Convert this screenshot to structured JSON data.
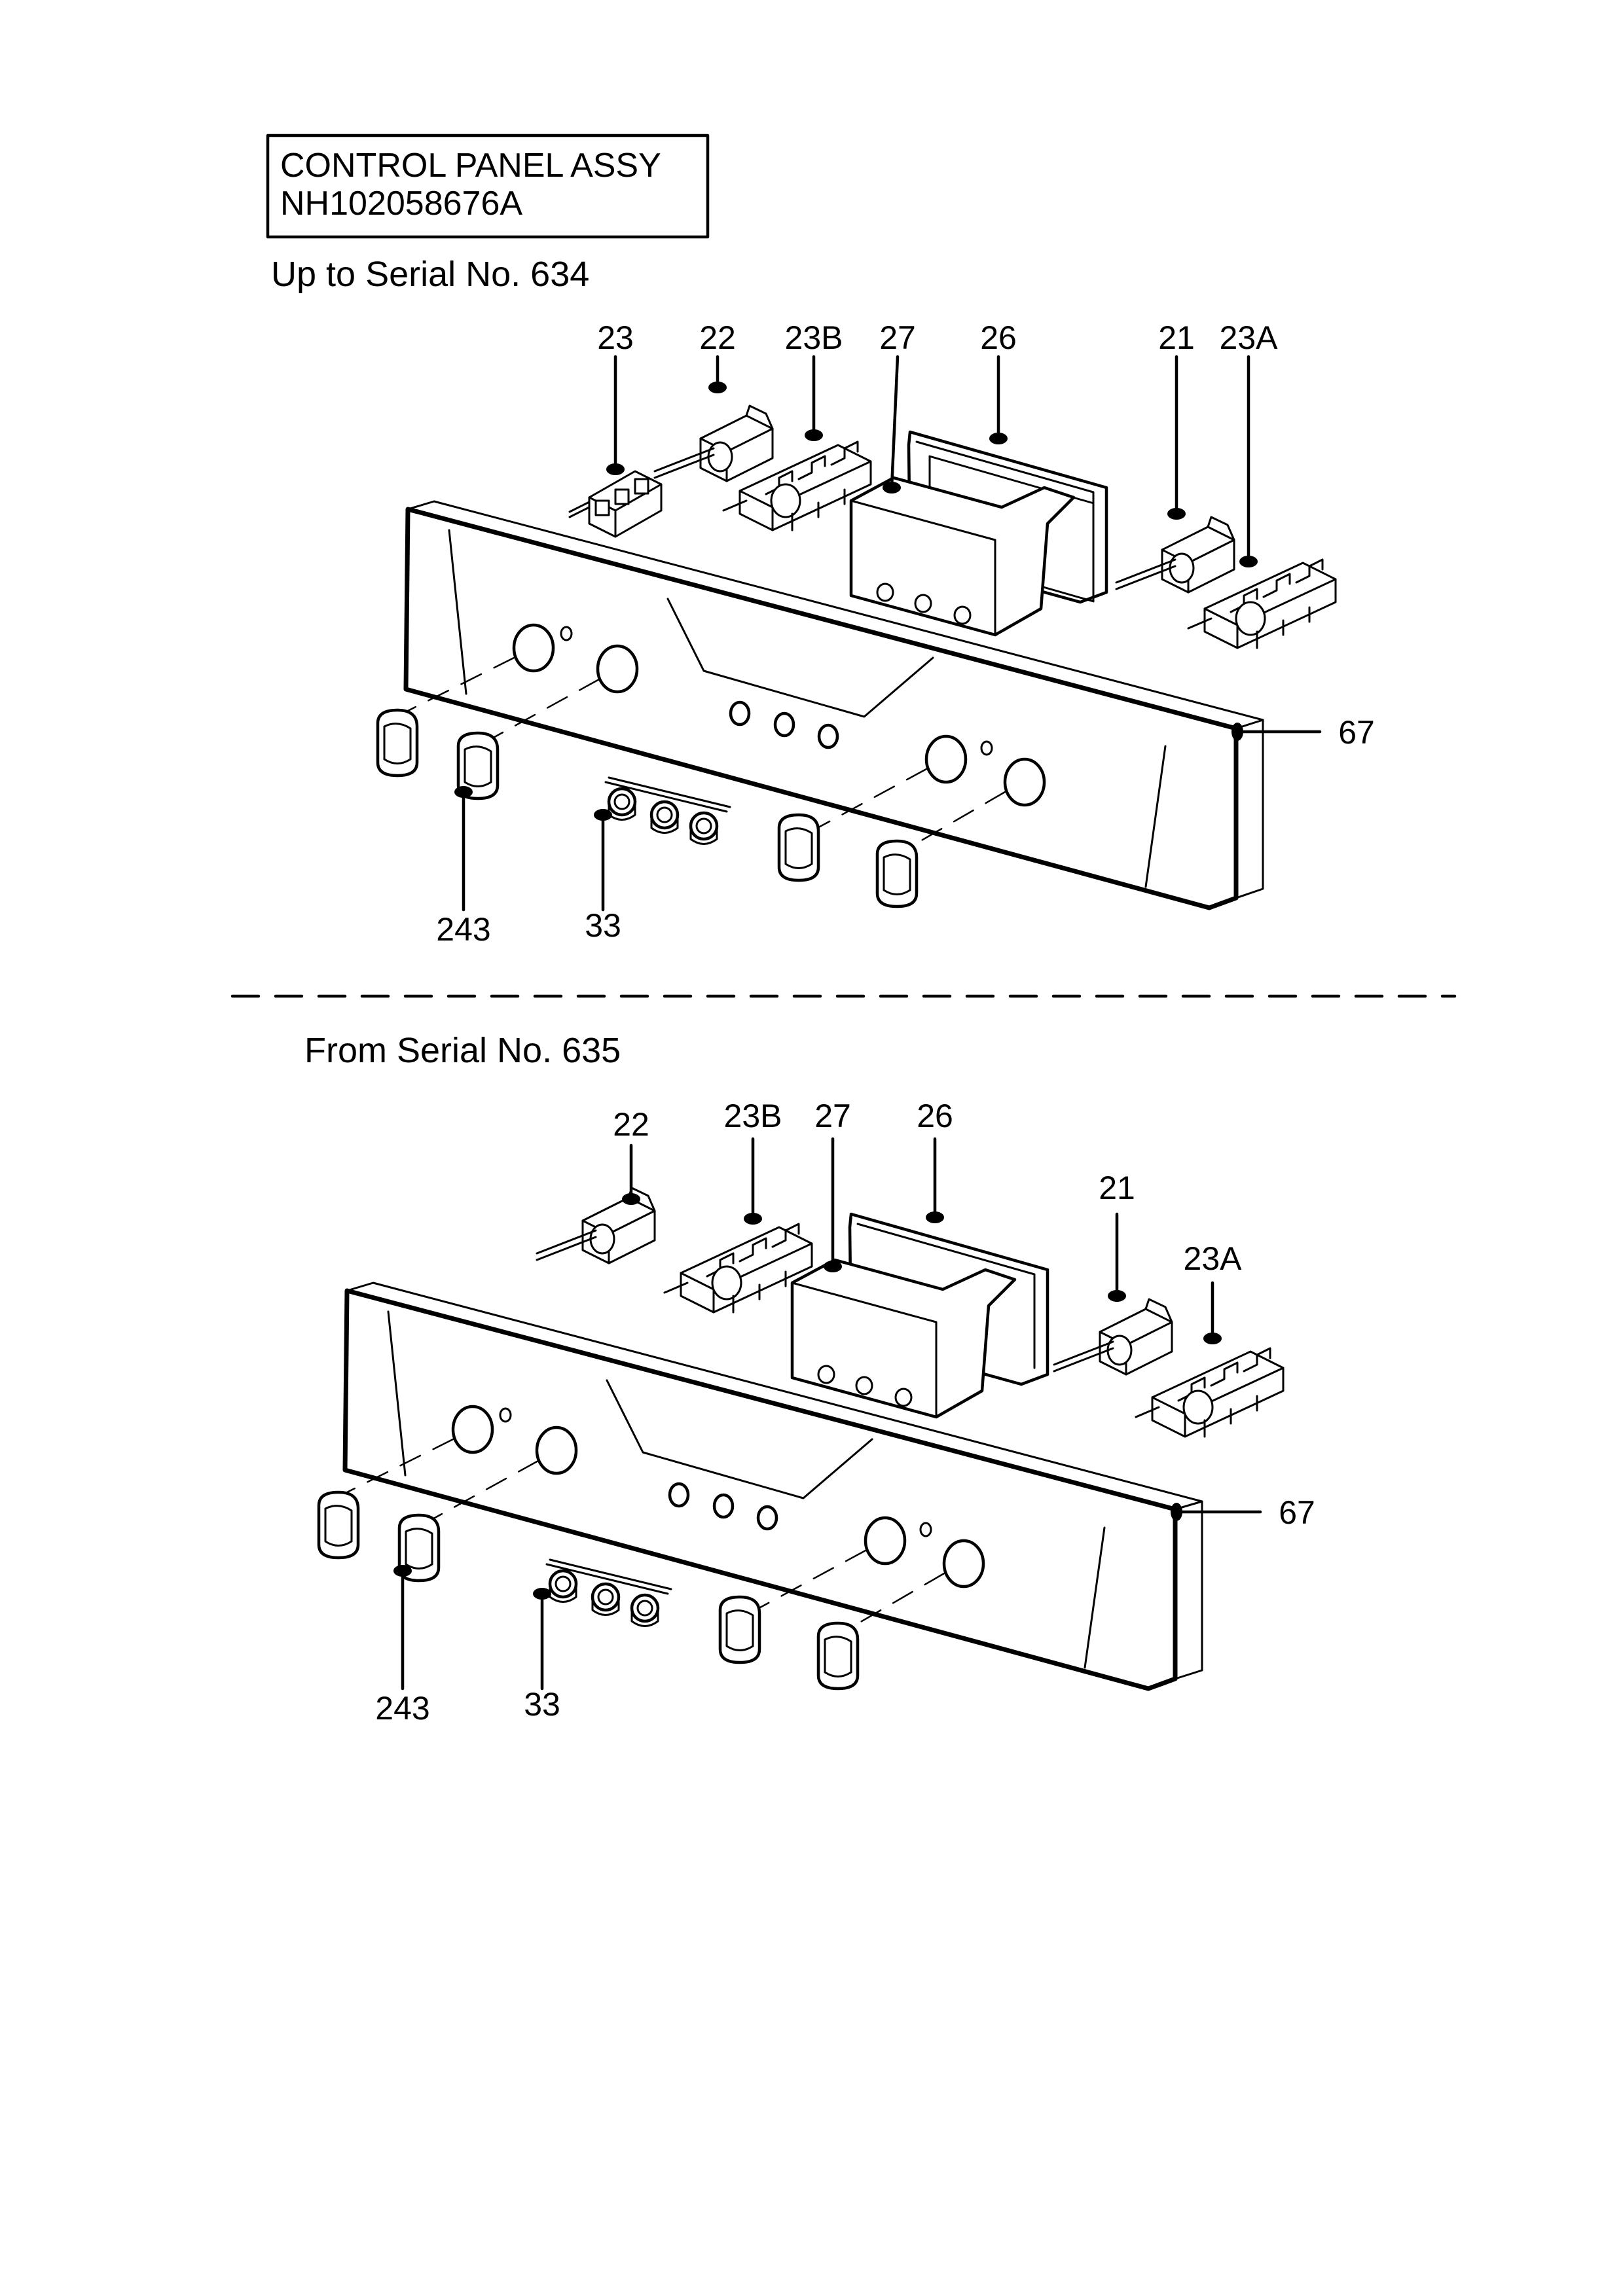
{
  "title_box": {
    "line1": "CONTROL PANEL ASSY",
    "line2": "NH102058676A"
  },
  "sections": [
    {
      "caption": "Up to Serial No. 634",
      "callouts": [
        "23",
        "22",
        "23B",
        "27",
        "26",
        "21",
        "23A",
        "67",
        "243",
        "33"
      ]
    },
    {
      "caption": "From Serial No. 635",
      "callouts": [
        "22",
        "23B",
        "27",
        "26",
        "21",
        "23A",
        "67",
        "243",
        "33"
      ]
    }
  ]
}
